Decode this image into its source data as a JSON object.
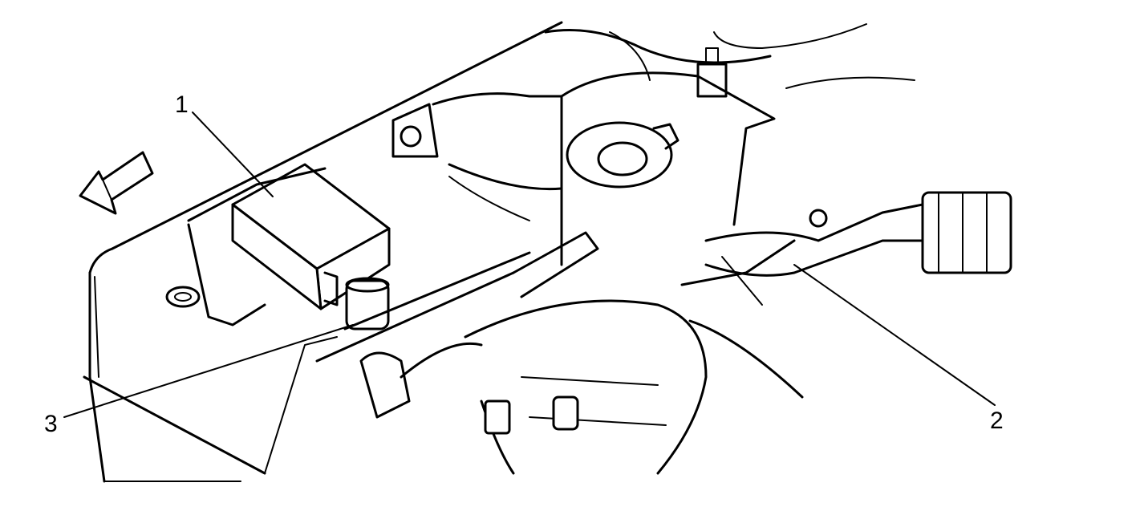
{
  "callouts": [
    {
      "id": "1",
      "label": "1"
    },
    {
      "id": "2",
      "label": "2"
    },
    {
      "id": "3",
      "label": "3"
    }
  ],
  "icons": {
    "direction_arrow": "arrow-forward-icon"
  },
  "colors": {
    "line": "#000000",
    "background": "#ffffff"
  }
}
